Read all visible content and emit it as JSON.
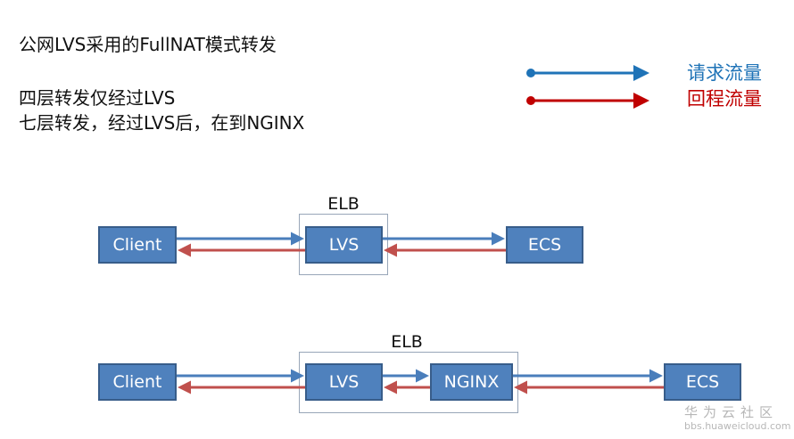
{
  "heading": {
    "title": "公网LVS采用的FullNAT模式转发",
    "line1": "四层转发仅经过LVS",
    "line2": "七层转发，经过LVS后，在到NGINX"
  },
  "legend": {
    "request_label": "请求流量",
    "response_label": "回程流量",
    "request_color": "#1F73B7",
    "response_color": "#C00000"
  },
  "diagram_top": {
    "group_label": "ELB",
    "nodes": [
      "Client",
      "LVS",
      "ECS"
    ]
  },
  "diagram_bottom": {
    "group_label": "ELB",
    "nodes": [
      "Client",
      "LVS",
      "NGINX",
      "ECS"
    ]
  },
  "watermark": {
    "brand": "华为云社区",
    "url": "bbs.huaweicloud.com"
  }
}
